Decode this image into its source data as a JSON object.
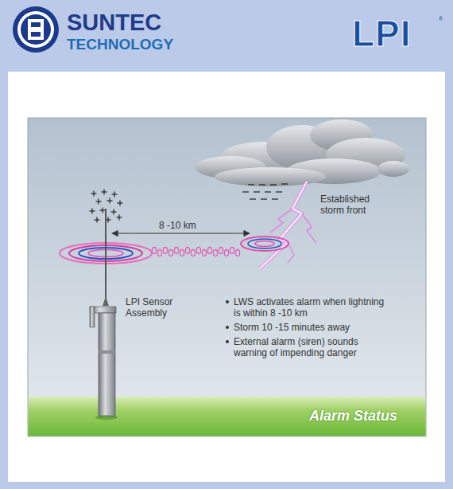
{
  "diagram": {
    "labels": [
      "SUNTEC",
      "TECHNOLOGY",
      "LPI",
      "®",
      "Established storm front",
      "8 -10 km",
      "LPI Sensor Assembly",
      "LWS activates alarm when lightning is within 8 -10 km",
      "Storm 10 -15 minutes away",
      "External alarm (siren) sounds warning of impending danger",
      "Alarm Status"
    ]
  }
}
